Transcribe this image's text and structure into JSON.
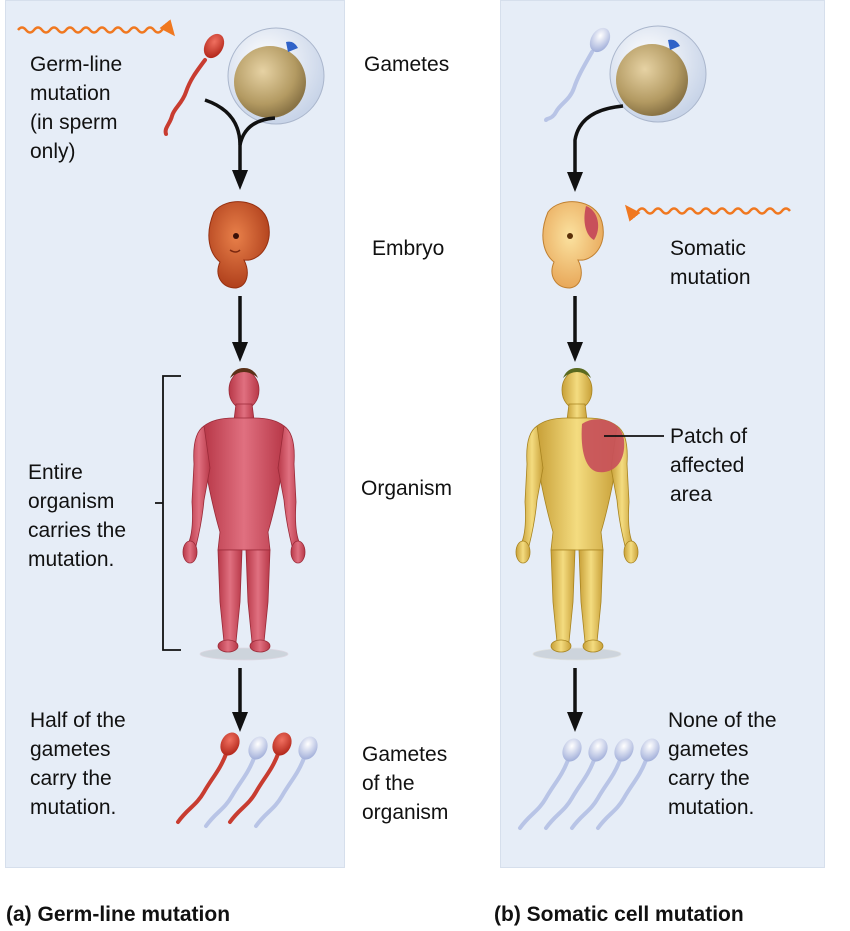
{
  "stages": {
    "gametes": "Gametes",
    "embryo": "Embryo",
    "organism": "Organism",
    "gametes_of_organism": "Gametes\nof the\norganism"
  },
  "panel_a": {
    "caption": "(a) Germ-line mutation",
    "germline_note": "Germ-line\nmutation\n(in sperm\nonly)",
    "entire_note": "Entire\norganism\ncarries the\nmutation.",
    "half_note": "Half of the\ngametes\ncarry the\nmutation."
  },
  "panel_b": {
    "caption": "(b) Somatic cell mutation",
    "somatic_note": "Somatic\nmutation",
    "patch_note": "Patch of\naffected\narea",
    "none_note": "None of the\ngametes\ncarry the\nmutation."
  },
  "colors": {
    "panel_bg": "#e6edf7",
    "mutation_wave": "#f07820",
    "mutated_tissue": "#c8505a",
    "normal_tissue": "#e0c050",
    "normal_sperm": "#b8c4e6",
    "mutant_sperm": "#c83c30",
    "arrow": "#111111"
  }
}
